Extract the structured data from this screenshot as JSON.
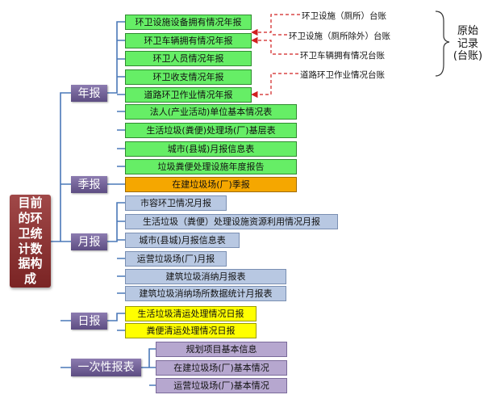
{
  "root_label": [
    "目前",
    "的环",
    "卫统",
    "计数",
    "据构",
    "成"
  ],
  "categories": {
    "annual": "年报",
    "quarterly": "季报",
    "monthly": "月报",
    "daily": "日报",
    "one_time": "一次性报表"
  },
  "annual_reports": [
    "环卫设施设备拥有情况年报",
    "环卫车辆拥有情况年报",
    "环卫人员情况年报",
    "环卫收支情况年报",
    "道路环卫作业情况年报",
    "法人(产业活动)单位基本情况表",
    "生活垃圾(粪便)处理场(厂)基层表",
    "城市(县城)月报信息表",
    "垃圾粪便处理设施年度报告"
  ],
  "quarterly_reports": [
    "在建垃圾场(厂)季报"
  ],
  "monthly_reports": [
    "市容环卫情况月报",
    "生活垃圾（粪便）处理设施资源利用情况月报",
    "城市(县城)月报信息表",
    "运营垃圾场(厂)月报",
    "建筑垃圾消纳月报表",
    "建筑垃圾消纳场所数据统计月报表"
  ],
  "daily_reports": [
    "生活垃圾清运处理情况日报",
    "粪便清运处理情况日报"
  ],
  "one_time_reports": [
    "规划项目基本信息",
    "在建垃圾场(厂)基本情况",
    "运营垃圾场(厂)基本情况"
  ],
  "ledgers": [
    "环卫设施（厕所）台账",
    "环卫设施（厕所除外）台账",
    "环卫车辆拥有情况台账",
    "道路环卫作业情况台账"
  ],
  "original_records": [
    "原始",
    "记录",
    "(台账)"
  ],
  "colors": {
    "root": "#8b3535",
    "category": "#6b5a94",
    "annual_box": "#66ee66",
    "quarterly_box": "#f5a700",
    "monthly_box": "#b8c8e2",
    "daily_box": "#ffff00",
    "one_time_box": "#b6a7cf",
    "connector": "#4a78b8",
    "arrow": "#d02020"
  }
}
